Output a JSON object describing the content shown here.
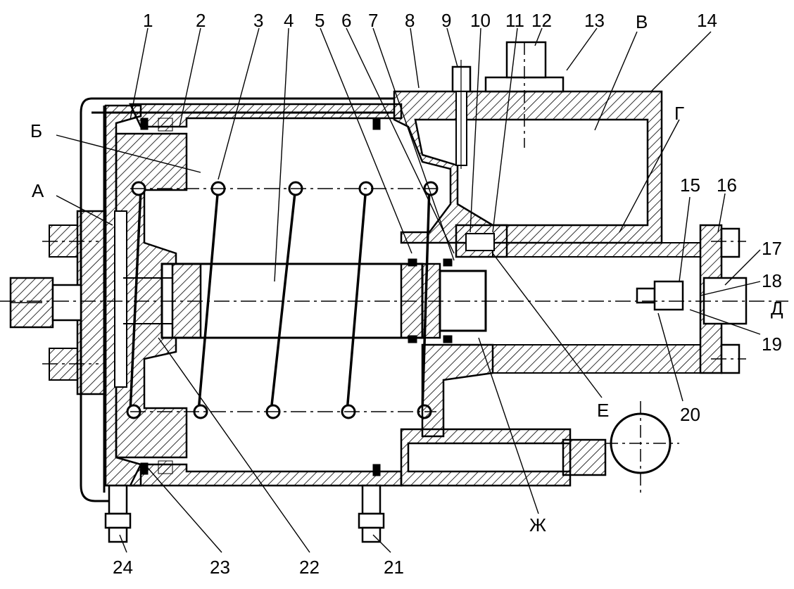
{
  "part_numbers": [
    "1",
    "2",
    "3",
    "4",
    "5",
    "6",
    "7",
    "8",
    "9",
    "10",
    "11",
    "12",
    "13",
    "14",
    "15",
    "16",
    "17",
    "18",
    "19",
    "20",
    "21",
    "22",
    "23",
    "24"
  ],
  "zone_letters": [
    "А",
    "Б",
    "В",
    "Г",
    "Д",
    "Е",
    "Ж"
  ],
  "colors": {
    "line": "#000000",
    "background": "#ffffff"
  }
}
